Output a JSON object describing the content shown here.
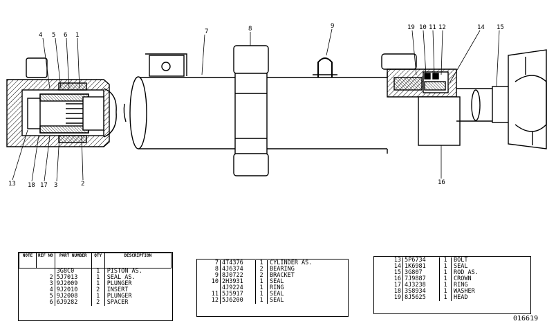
{
  "callouts": [
    "4",
    "5",
    "6",
    "1",
    "7",
    "8",
    "9",
    "19",
    "10",
    "11",
    "12",
    "14",
    "15",
    "13",
    "18",
    "17",
    "3",
    "2",
    "16"
  ],
  "table1": {
    "headers": {
      "note": "NOTE",
      "ref": "REF NO",
      "part": "PART NUMBER",
      "qty": "QTY",
      "desc": "DESCRIPTION"
    },
    "rows": [
      {
        "ref": "",
        "part": "3G8C0",
        "qty": "1",
        "desc": "PISTON AS."
      },
      {
        "ref": "2",
        "part": "5J7013",
        "qty": "1",
        "desc": "SEAL AS."
      },
      {
        "ref": "3",
        "part": "9J2009",
        "qty": "1",
        "desc": "PLUNGER"
      },
      {
        "ref": "4",
        "part": "9J2010",
        "qty": "2",
        "desc": "INSERT"
      },
      {
        "ref": "5",
        "part": "9J2008",
        "qty": "1",
        "desc": "PLUNGER"
      },
      {
        "ref": "6",
        "part": "6J9282",
        "qty": "2",
        "desc": "SPACER"
      }
    ]
  },
  "table2": {
    "rows": [
      {
        "ref": "7",
        "part": "4T4376",
        "qty": "1",
        "desc": "CYLINDER AS."
      },
      {
        "ref": "8",
        "part": "4J6374",
        "qty": "2",
        "desc": "BEARING"
      },
      {
        "ref": "9",
        "part": "8J0722",
        "qty": "2",
        "desc": "BRACKET"
      },
      {
        "ref": "10",
        "part": "2H3931",
        "qty": "1",
        "desc": "SEAL"
      },
      {
        "ref": "",
        "part": "4J9224",
        "qty": "1",
        "desc": "RING"
      },
      {
        "ref": "11",
        "part": "5J5917",
        "qty": "1",
        "desc": "SEAL"
      },
      {
        "ref": "12",
        "part": "5J6200",
        "qty": "1",
        "desc": "SEAL"
      }
    ]
  },
  "table3": {
    "rows": [
      {
        "ref": "13",
        "part": "5P6734",
        "qty": "1",
        "desc": "BOLT"
      },
      {
        "ref": "14",
        "part": "1K6981",
        "qty": "1",
        "desc": "SEAL"
      },
      {
        "ref": "15",
        "part": "3G807",
        "qty": "1",
        "desc": "ROD AS."
      },
      {
        "ref": "16",
        "part": "7J9887",
        "qty": "1",
        "desc": "CROWN"
      },
      {
        "ref": "17",
        "part": "4J3238",
        "qty": "1",
        "desc": "RING"
      },
      {
        "ref": "18",
        "part": "3S8934",
        "qty": "1",
        "desc": "WASHER"
      },
      {
        "ref": "19",
        "part": "8J5625",
        "qty": "1",
        "desc": "HEAD"
      }
    ]
  },
  "figure_id": "016619"
}
